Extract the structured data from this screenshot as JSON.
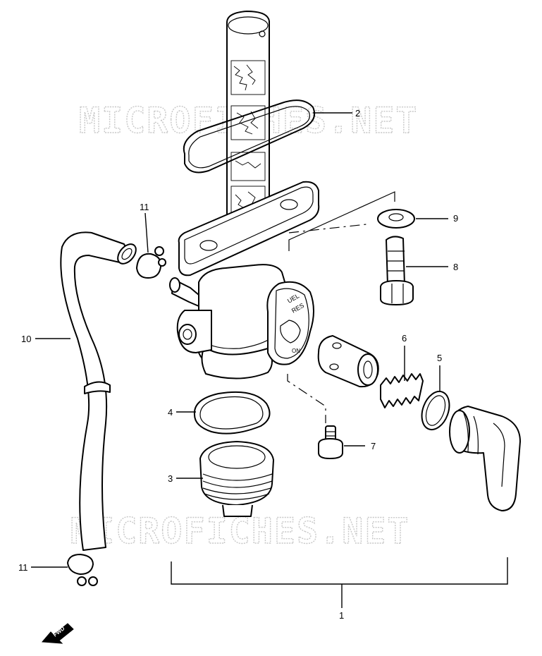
{
  "watermarks": [
    "MICROFICHES.NET",
    "MICROFICHES.NET"
  ],
  "callouts": {
    "p1": "1",
    "p2": "2",
    "p3": "3",
    "p4": "4",
    "p5": "5",
    "p6": "6",
    "p7": "7",
    "p8": "8",
    "p9": "9",
    "p10": "10",
    "p11a": "11",
    "p11b": "11"
  },
  "fwd_label": "FWD",
  "cock_markings": {
    "line1": "UEL",
    "line2": "RES",
    "line3": "ON"
  }
}
